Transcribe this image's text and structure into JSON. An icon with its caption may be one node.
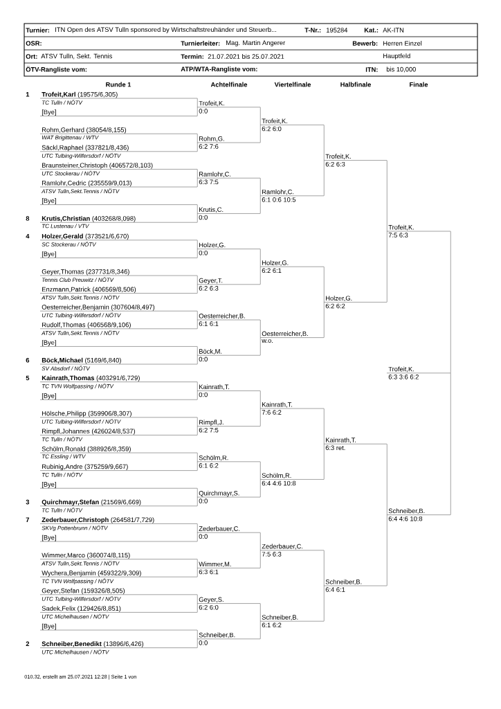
{
  "diagram": {
    "nodes": [
      {
        "text": [
          "**Trofeit,Karl** (19575/6,305)",
          "TC Tulln / NÖTV"
        ],
        "beside": [
          "1"
        ]
      },
      {
        "text": [
          "[Bye]"
        ]
      },
      {
        "text": [
          "Rohm,Gerhard (38054/8,155)",
          "WAT Brigittenau / WTV"
        ]
      },
      {
        "text": [
          "Säckl,Raphael (337821/8,436)",
          "UTC Tulbing-Wilfersdorf / NÖTV"
        ]
      },
      {
        "text": [
          "Braunsteiner,Christoph (406572/8,103)",
          "UTC Stockerau / NÖTV"
        ]
      },
      {
        "text": [
          "Ramlohr,Cedric (235559/9,013)",
          "ATSV Tulln,Sekt.Tennis / NÖTV"
        ]
      },
      {
        "text": [
          "[Bye]"
        ]
      },
      {
        "text": [
          "**Krutis,Christian** (403268/8,098)",
          "TC Lustenau / VTV"
        ],
        "beside": [
          "8"
        ]
      },
      {
        "text": [
          "**Holzer,Gerald** (373521/6,670)",
          "SC Stockerau / NÖTV"
        ],
        "beside": [
          "4"
        ]
      },
      {
        "text": [
          "[Bye]"
        ]
      },
      {
        "text": [
          "Geyer,Thomas (237731/8,346)",
          "Tennis Club Preuwitz / NÖTV"
        ]
      },
      {
        "text": [
          "Enzmann,Patrick (406569/8,506)",
          "ATSV Tulln,Sekt.Tennis / NÖTV"
        ]
      },
      {
        "text": [
          "Oesterreicher,Benjamin (307604/8,497)",
          "UTC Tulbing-Wilfersdorf / NÖTV"
        ]
      },
      {
        "text": [
          "Rudolf,Thomas (406568/9,106)",
          "ATSV Tulln,Sekt.Tennis / NÖTV"
        ]
      },
      {
        "text": [
          "[Bye]"
        ]
      },
      {
        "text": [
          "**Böck,Michael** (5169/6,840)",
          "SV Absdorf / NÖTV"
        ],
        "beside": [
          "6"
        ]
      },
      {
        "text": [
          "**Kainrath,Thomas** (403291/6,729)",
          "TC TVN Wolfpassing / NÖTV"
        ],
        "beside": [
          "5"
        ]
      },
      {
        "text": [
          "[Bye]"
        ]
      },
      {
        "text": [
          "Hölsche,Philipp (359906/8,307)",
          "UTC Tulbing-Wilfersdorf / NÖTV"
        ]
      },
      {
        "text": [
          "Rimpfl,Johannes (426024/8,537)",
          "TC Tulln / NÖTV"
        ]
      },
      {
        "text": [
          "Schölm,Ronald (388926/8,359)",
          "TC Essling / WTV"
        ]
      },
      {
        "text": [
          "Rubinig,Andre (375259/9,667)",
          "TC Tulln / NÖTV"
        ]
      },
      {
        "text": [
          "[Bye]"
        ]
      },
      {
        "text": [
          "**Quirchmayr,Stefan** (21569/6,669)",
          "TC Tulln / NÖTV"
        ],
        "beside": [
          "3"
        ]
      },
      {
        "text": [
          "**Zederbauer,Christoph** (264581/7,729)",
          "SKVg Pottenbrunn / NÖTV"
        ],
        "beside": [
          "7"
        ]
      },
      {
        "text": [
          "[Bye]"
        ]
      },
      {
        "text": [
          "Wimmer,Marco (360074/8,115)",
          "ATSV Tulln,Sekt.Tennis / NÖTV"
        ]
      },
      {
        "text": [
          "Wychera,Benjamin (459322/9,309)",
          "TC TVN Wolfpassing / NÖTV"
        ]
      },
      {
        "text": [
          "Geyer,Stefan (159326/8,505)",
          "UTC Tulbing-Wilfersdorf / NÖTV"
        ]
      },
      {
        "text": [
          "Sadek,Felix (129426/8,851)",
          "UTC Michelhausen / NÖTV"
        ]
      },
      {
        "text": [
          "[Bye]"
        ]
      },
      {
        "text": [
          "**Schneiber,Benedikt** (13896/6,426)",
          "UTC Michelhausen / NÖTV"
        ],
        "beside": [
          "2"
        ]
      },
      {
        "text": [
          "Trofeit,K.",
          "0:0"
        ]
      },
      {
        "text": [
          "Rohm,G.",
          "6:2 7:6"
        ]
      },
      {
        "text": [
          "Ramlohr,C.",
          "6:3 7:5"
        ]
      },
      {
        "text": [
          "Krutis,C.",
          "0:0"
        ]
      },
      {
        "text": [
          "Holzer,G.",
          "0:0"
        ]
      },
      {
        "text": [
          "Geyer,T.",
          "6:2 6:3"
        ]
      },
      {
        "text": [
          "Oesterreicher,B.",
          "6:1 6:1"
        ]
      },
      {
        "text": [
          "Böck,M.",
          "0:0"
        ]
      },
      {
        "text": [
          "Kainrath,T.",
          "0:0"
        ]
      },
      {
        "text": [
          "Rimpfl,J.",
          "6:2 7:5"
        ]
      },
      {
        "text": [
          "Schölm,R.",
          "6:1 6:2"
        ]
      },
      {
        "text": [
          "Quirchmayr,S.",
          "0:0"
        ]
      },
      {
        "text": [
          "Zederbauer,C.",
          "0:0"
        ]
      },
      {
        "text": [
          "Wimmer,M.",
          "6:3 6:1"
        ]
      },
      {
        "text": [
          "Geyer,S.",
          "6:2 6:0"
        ]
      },
      {
        "text": [
          "Schneiber,B.",
          "0:0"
        ]
      },
      {
        "text": [
          "Trofeit,K.",
          "6:2 6:0"
        ]
      },
      {
        "text": [
          "Ramlohr,C.",
          "6:1 0:6 10:5"
        ]
      },
      {
        "text": [
          "Holzer,G.",
          "6:2 6:1"
        ]
      },
      {
        "text": [
          "Oesterreicher,B.",
          "w.o."
        ]
      },
      {
        "text": [
          "Kainrath,T.",
          "7:6 6:2"
        ]
      },
      {
        "text": [
          "Schölm,R.",
          "6:4 4:6 10:8"
        ]
      },
      {
        "text": [
          "Zederbauer,C.",
          "7:5 6:3"
        ]
      },
      {
        "text": [
          "Schneiber,B.",
          "6:1 6:2"
        ]
      },
      {
        "text": [
          "Trofeit,K.",
          "6:2 6:3"
        ]
      },
      {
        "text": [
          "Holzer,G.",
          "6:2 6:2"
        ]
      },
      {
        "text": [
          "Kainrath,T.",
          "6:3 ret."
        ]
      },
      {
        "text": [
          "Schneiber,B.",
          "6:4 6:1"
        ]
      },
      {
        "text": [
          "Trofeit,K.",
          "7:5 6:3"
        ]
      },
      {
        "text": [
          "Schneiber,B.",
          "6:4 4:6 10:8"
        ]
      },
      {
        "text": [
          "Trofeit,K.",
          "6:3 3:6 6:2"
        ]
      }
    ],
    "edges": [
      {
        "from": 0,
        "to": 32,
        "arrow": "none"
      },
      {
        "from": 1,
        "to": 32,
        "arrow": "none"
      },
      {
        "from": 2,
        "to": 33,
        "arrow": "none"
      },
      {
        "from": 3,
        "to": 33,
        "arrow": "none"
      },
      {
        "from": 4,
        "to": 34,
        "arrow": "none"
      },
      {
        "from": 5,
        "to": 34,
        "arrow": "none"
      },
      {
        "from": 6,
        "to": 35,
        "arrow": "none"
      },
      {
        "from": 7,
        "to": 35,
        "arrow": "none"
      },
      {
        "from": 8,
        "to": 36,
        "arrow": "none"
      },
      {
        "from": 9,
        "to": 36,
        "arrow": "none"
      },
      {
        "from": 10,
        "to": 37,
        "arrow": "none"
      },
      {
        "from": 11,
        "to": 37,
        "arrow": "none"
      },
      {
        "from": 12,
        "to": 38,
        "arrow": "none"
      },
      {
        "from": 13,
        "to": 38,
        "arrow": "none"
      },
      {
        "from": 14,
        "to": 39,
        "arrow": "none"
      },
      {
        "from": 15,
        "to": 39,
        "arrow": "none"
      },
      {
        "from": 16,
        "to": 40,
        "arrow": "none"
      },
      {
        "from": 17,
        "to": 40,
        "arrow": "none"
      },
      {
        "from": 18,
        "to": 41,
        "arrow": "none"
      },
      {
        "from": 19,
        "to": 41,
        "arrow": "none"
      },
      {
        "from": 20,
        "to": 42,
        "arrow": "none"
      },
      {
        "from": 21,
        "to": 42,
        "arrow": "none"
      },
      {
        "from": 22,
        "to": 43,
        "arrow": "none"
      },
      {
        "from": 23,
        "to": 43,
        "arrow": "none"
      },
      {
        "from": 24,
        "to": 44,
        "arrow": "none"
      },
      {
        "from": 25,
        "to": 44,
        "arrow": "none"
      },
      {
        "from": 26,
        "to": 45,
        "arrow": "none"
      },
      {
        "from": 27,
        "to": 45,
        "arrow": "none"
      },
      {
        "from": 28,
        "to": 46,
        "arrow": "none"
      },
      {
        "from": 29,
        "to": 46,
        "arrow": "none"
      },
      {
        "from": 30,
        "to": 47,
        "arrow": "none"
      },
      {
        "from": 31,
        "to": 47,
        "arrow": "none"
      },
      {
        "from": 32,
        "to": 48,
        "arrow": "none"
      },
      {
        "from": 33,
        "to": 48,
        "arrow": "none"
      },
      {
        "from": 34,
        "to": 49,
        "arrow": "none"
      },
      {
        "from": 35,
        "to": 49,
        "arrow": "none"
      },
      {
        "from": 36,
        "to": 50,
        "arrow": "none"
      },
      {
        "from": 37,
        "to": 50,
        "arrow": "none"
      },
      {
        "from": 38,
        "to": 51,
        "arrow": "none"
      },
      {
        "from": 39,
        "to": 51,
        "arrow": "none"
      },
      {
        "from": 40,
        "to": 52,
        "arrow": "none"
      },
      {
        "from": 41,
        "to": 52,
        "arrow": "none"
      },
      {
        "from": 42,
        "to": 53,
        "arrow": "none"
      },
      {
        "from": 43,
        "to": 53,
        "arrow": "none"
      },
      {
        "from": 44,
        "to": 54,
        "arrow": "none"
      },
      {
        "from": 45,
        "to": 54,
        "arrow": "none"
      },
      {
        "from": 46,
        "to": 55,
        "arrow": "none"
      },
      {
        "from": 47,
        "to": 55,
        "arrow": "none"
      },
      {
        "from": 48,
        "to": 56,
        "arrow": "none"
      },
      {
        "from": 49,
        "to": 56,
        "arrow": "none"
      },
      {
        "from": 50,
        "to": 57,
        "arrow": "none"
      },
      {
        "from": 51,
        "to": 57,
        "arrow": "none"
      },
      {
        "from": 52,
        "to": 58,
        "arrow": "none"
      },
      {
        "from": 53,
        "to": 58,
        "arrow": "none"
      },
      {
        "from": 54,
        "to": 59,
        "arrow": "none"
      },
      {
        "from": 55,
        "to": 59,
        "arrow": "none"
      },
      {
        "from": 56,
        "to": 60,
        "arrow": "none"
      },
      {
        "from": 57,
        "to": 60,
        "arrow": "none"
      },
      {
        "from": 58,
        "to": 61,
        "arrow": "none"
      },
      {
        "from": 59,
        "to": 61,
        "arrow": "none"
      },
      {
        "from": 60,
        "to": 62,
        "arrow": "none"
      },
      {
        "from": 61,
        "to": 62,
        "arrow": "none"
      }
    ],
    "labels": [
      "Turnier:",
      "ITN Open des ATSV Tulln sponsored by Wirtschaftstreuhänder und Steuerb...",
      "T-Nr.:",
      "195284",
      "Kat.:",
      "AK-ITN",
      "OSR:",
      "Turnierleiter:",
      "Mag. Martin Angerer",
      "Bewerb:",
      "Herren Einzel",
      "Ort:",
      "ATSV Tulln, Sekt. Tennis",
      "Termin:",
      "21.07.2021 bis 25.07.2021",
      "Hauptfeld",
      "ÖTV-Rangliste vom:",
      "ATP/WTA-Rangliste vom:",
      "ITN:",
      "bis 10,000",
      "Runde 1",
      "Achtelfinale",
      "Viertelfinale",
      "Halbfinale",
      "Finale",
      "010.32, erstellt am 25.07.2021 12:28 | Seite 1 von"
    ]
  }
}
